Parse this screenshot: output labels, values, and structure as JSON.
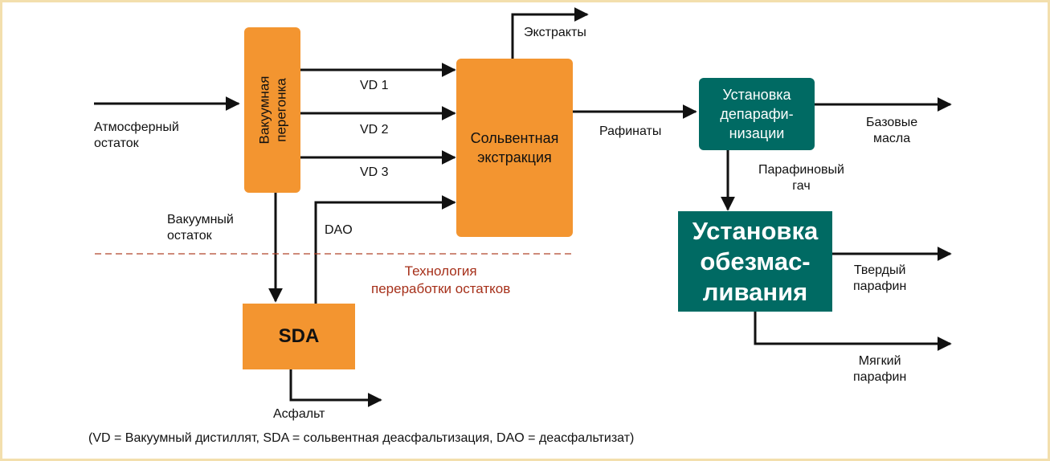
{
  "nodes": {
    "vacuum_distillation": "Вакуумная\nперегонка",
    "solvent_extraction": "Сольвентная\nэкстракция",
    "dewaxing": "Установка\nдепарафи-\nнизации",
    "deoiling": "Установка\nобезмас-\nливания",
    "sda": "SDA"
  },
  "labels": {
    "atm_residue": "Атмосферный\nостаток",
    "vd1": "VD 1",
    "vd2": "VD 2",
    "vd3": "VD 3",
    "vac_residue": "Вакуумный\nостаток",
    "dao": "DAO",
    "extracts": "Экстракты",
    "raffinates": "Рафинаты",
    "base_oils": "Базовые\nмасла",
    "slack_wax": "Парафиновый\nгач",
    "hard_wax": "Твердый\nпарафин",
    "soft_wax": "Мягкий\nпарафин",
    "asphalt": "Асфальт",
    "residue_tech": "Технология\nпереработки остатков"
  },
  "footnote": "(VD = Вакуумный дистиллят, SDA = сольвентная деасфальтизация, DAO = деасфальтизат)",
  "colors": {
    "orange": "#f39530",
    "teal": "#006a63",
    "accent_text": "#a6301a",
    "border": "#f3dfad"
  }
}
